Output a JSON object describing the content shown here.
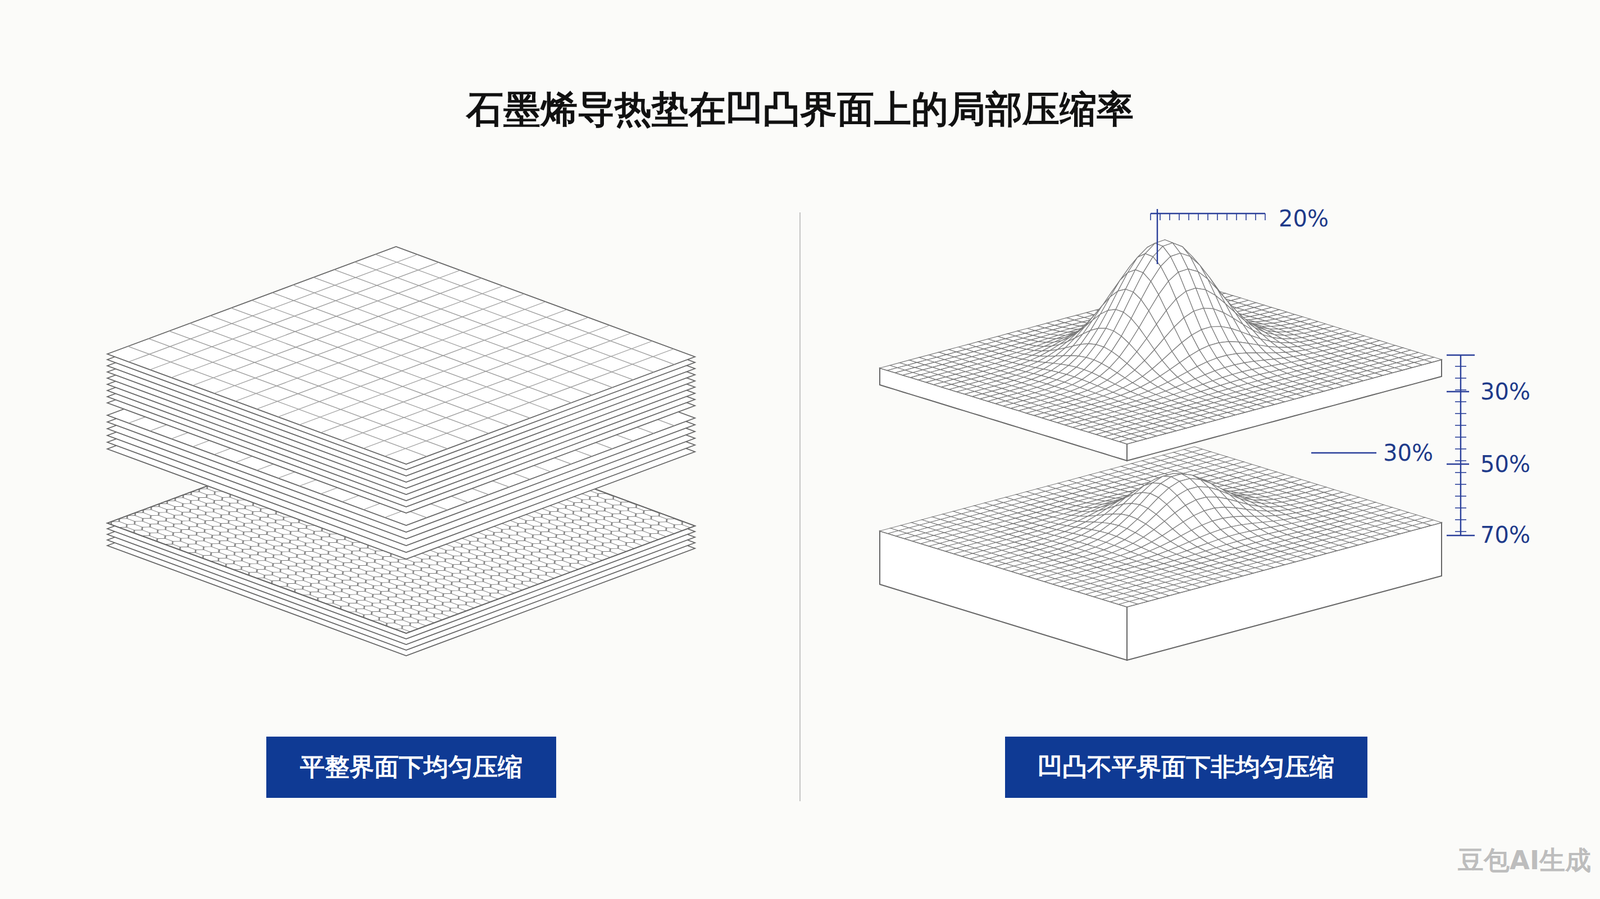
{
  "diagram": {
    "title": "石墨烯导热垫在凹凸界面上的局部压缩率",
    "nodes": [
      {
        "text": [
          "平整界面下均匀压缩"
        ]
      },
      {
        "text": [
          "凹凸不平界面下非均匀压缩"
        ]
      }
    ],
    "labels": [
      "20%",
      "30%",
      "30%",
      "50%",
      "70%",
      "豆包AI生成"
    ]
  }
}
